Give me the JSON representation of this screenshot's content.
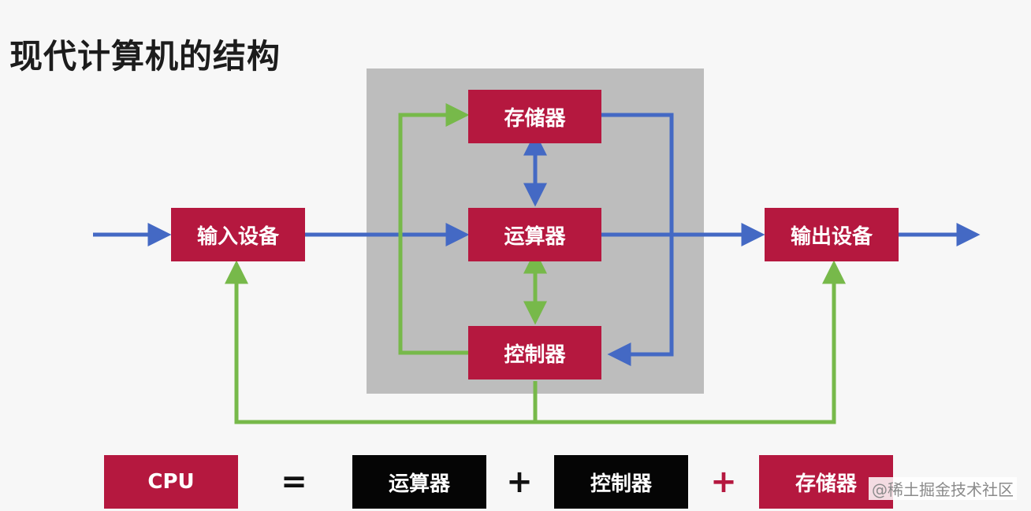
{
  "title": "现代计算机的结构",
  "nodes": {
    "storage": "存储器",
    "alu": "运算器",
    "control": "控制器",
    "input": "输入设备",
    "output": "输出设备"
  },
  "equation": {
    "cpu": "CPU",
    "equals": "=",
    "term1": "运算器",
    "plus1": "+",
    "term2": "控制器",
    "plus2": "+",
    "term3": "存储器"
  },
  "watermark": "@稀土掘金技术社区",
  "colors": {
    "box_red": "#b5183f",
    "box_black": "#050505",
    "data_arrow_blue": "#4469c4",
    "control_arrow_green": "#77b94a",
    "panel_gray": "#bdbdbd"
  }
}
